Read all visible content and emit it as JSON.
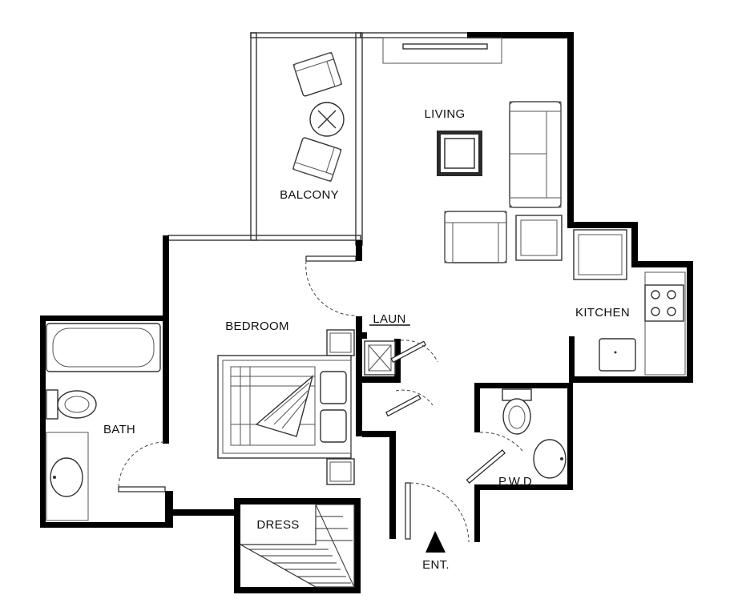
{
  "rooms": {
    "balcony": "BALCONY",
    "living": "LIVING",
    "kitchen": "KITCHEN",
    "bedroom": "BEDROOM",
    "laundry": "LAUN",
    "bath": "BATH",
    "dress": "DRESS",
    "powder": "P.W.D",
    "entrance": "ENT."
  }
}
